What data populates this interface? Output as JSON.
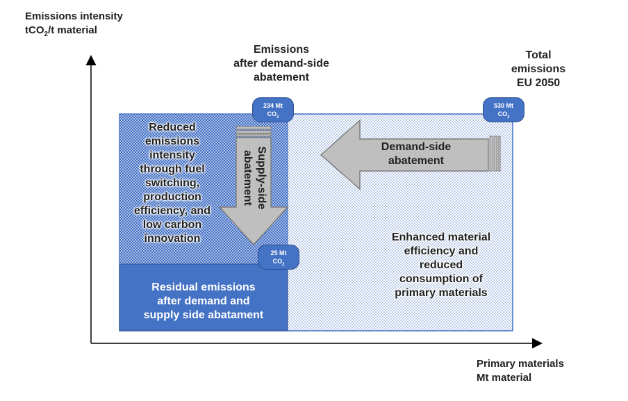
{
  "axes": {
    "y_label_line1": "Emissions intensity",
    "y_label_line2_prefix": "tCO",
    "y_label_line2_sub": "2",
    "y_label_line2_suffix": "/t material",
    "x_label_line1": "Primary materials",
    "x_label_line2": "Mt material"
  },
  "headers": {
    "after_demand_line1": "Emissions",
    "after_demand_line2": "after demand-side",
    "after_demand_line3": "abatement",
    "total_line1": "Total",
    "total_line2": "emissions",
    "total_line3": "EU 2050"
  },
  "badges": {
    "total": {
      "value": "530 Mt",
      "unit": "CO",
      "sub": "2"
    },
    "after_demand": {
      "value": "234 Mt",
      "unit": "CO",
      "sub": "2"
    },
    "residual": {
      "value": "25 Mt",
      "unit": "CO",
      "sub": "2"
    }
  },
  "arrows": {
    "demand_line1": "Demand-side",
    "demand_line2": "abatement",
    "supply_line1": "Supply-side",
    "supply_line2": "abatement"
  },
  "regions": {
    "intensity_line1": "Reduced",
    "intensity_line2": "emissions",
    "intensity_line3": "intensity",
    "intensity_line4": "through fuel",
    "intensity_line5": "switching,",
    "intensity_line6": "production",
    "intensity_line7": "efficiency, and",
    "intensity_line8": "low carbon",
    "intensity_line9": "innovation",
    "material_line1": "Enhanced material",
    "material_line2": "efficiency and",
    "material_line3": "reduced",
    "material_line4": "consumption of",
    "material_line5": "primary materials",
    "residual_line1": "Residual emissions",
    "residual_line2": "after demand and",
    "residual_line3": "supply side abatament"
  },
  "colors": {
    "accent_blue": "#4472c4",
    "arrow_grey": "#bfbfbf",
    "outline_blue": "#2f4f8f"
  }
}
